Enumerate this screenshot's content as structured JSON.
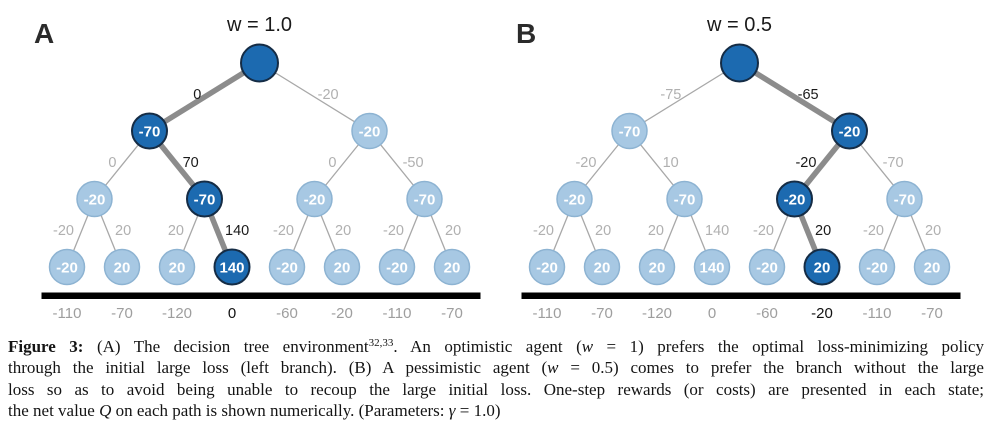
{
  "colors": {
    "node_dark_fill": "#1c6ab0",
    "node_dark_stroke": "#152c45",
    "node_light_fill": "#a7c8e3",
    "node_light_stroke": "#8db3d2",
    "edge_thin": "#a8a8a8",
    "edge_thick": "#8c8c8c",
    "edge_label_gray": "#b0b0b0",
    "edge_label_dark": "#1a1a1a",
    "bottom_gray": "#9e9e9e",
    "bottom_dark": "#111111",
    "node_text": "#ffffff",
    "title": "#1a1a1a",
    "ground": "#000000"
  },
  "panels": [
    {
      "label": "A",
      "title": "w = 1.0",
      "tree": {
        "v": "",
        "d": true,
        "c": [
          {
            "e": "0",
            "ed": true,
            "t": true,
            "v": "-70",
            "d": true,
            "c": [
              {
                "e": "0",
                "v": "-20",
                "c": [
                  {
                    "e": "-20",
                    "v": "-20"
                  },
                  {
                    "e": "20",
                    "v": "20"
                  }
                ]
              },
              {
                "e": "70",
                "ed": true,
                "t": true,
                "v": "-70",
                "d": true,
                "c": [
                  {
                    "e": "20",
                    "v": "20"
                  },
                  {
                    "e": "140",
                    "ed": true,
                    "t": true,
                    "v": "140",
                    "d": true
                  }
                ]
              }
            ]
          },
          {
            "e": "-20",
            "v": "-20",
            "c": [
              {
                "e": "0",
                "v": "-20",
                "c": [
                  {
                    "e": "-20",
                    "v": "-20"
                  },
                  {
                    "e": "20",
                    "v": "20"
                  }
                ]
              },
              {
                "e": "-50",
                "v": "-70",
                "c": [
                  {
                    "e": "-20",
                    "v": "-20"
                  },
                  {
                    "e": "20",
                    "v": "20"
                  }
                ]
              }
            ]
          }
        ]
      },
      "bottom": {
        "values": [
          "-110",
          "-70",
          "-120",
          "0",
          "-60",
          "-20",
          "-110",
          "-70"
        ],
        "highlight_index": 3
      }
    },
    {
      "label": "B",
      "title": "w = 0.5",
      "tree": {
        "v": "",
        "d": true,
        "c": [
          {
            "e": "-75",
            "v": "-70",
            "c": [
              {
                "e": "-20",
                "v": "-20",
                "c": [
                  {
                    "e": "-20",
                    "v": "-20"
                  },
                  {
                    "e": "20",
                    "v": "20"
                  }
                ]
              },
              {
                "e": "10",
                "v": "-70",
                "c": [
                  {
                    "e": "20",
                    "v": "20"
                  },
                  {
                    "e": "140",
                    "v": "140"
                  }
                ]
              }
            ]
          },
          {
            "e": "-65",
            "ed": true,
            "t": true,
            "v": "-20",
            "d": true,
            "c": [
              {
                "e": "-20",
                "ed": true,
                "t": true,
                "v": "-20",
                "d": true,
                "c": [
                  {
                    "e": "-20",
                    "v": "-20"
                  },
                  {
                    "e": "20",
                    "ed": true,
                    "t": true,
                    "v": "20",
                    "d": true
                  }
                ]
              },
              {
                "e": "-70",
                "v": "-70",
                "c": [
                  {
                    "e": "-20",
                    "v": "-20"
                  },
                  {
                    "e": "20",
                    "v": "20"
                  }
                ]
              }
            ]
          }
        ]
      },
      "bottom": {
        "values": [
          "-110",
          "-70",
          "-120",
          "0",
          "-60",
          "-20",
          "-110",
          "-70"
        ],
        "highlight_index": 5
      }
    }
  ],
  "caption": {
    "lines": [
      [
        {
          "t": "Figure 3:",
          "b": true
        },
        {
          "t": " (A) The decision tree environment"
        },
        {
          "t": "32,33",
          "sup": true
        },
        {
          "t": ". An optimistic agent ("
        },
        {
          "t": "w",
          "i": true
        },
        {
          "t": " = 1) prefers the optimal loss-minimizing policy"
        }
      ],
      [
        {
          "t": "through the initial large loss (left branch). (B) A pessimistic agent ("
        },
        {
          "t": "w",
          "i": true
        },
        {
          "t": " = 0.5) comes to prefer the branch without the large"
        }
      ],
      [
        {
          "t": "loss so as to avoid being unable to recoup the large initial loss. One-step rewards (or costs) are presented in each state;"
        }
      ],
      [
        {
          "t": "the net value "
        },
        {
          "t": "Q",
          "i": true
        },
        {
          "t": " on each path is shown numerically. (Parameters: "
        },
        {
          "t": "γ",
          "i": true
        },
        {
          "t": " = 1.0)"
        }
      ]
    ]
  }
}
